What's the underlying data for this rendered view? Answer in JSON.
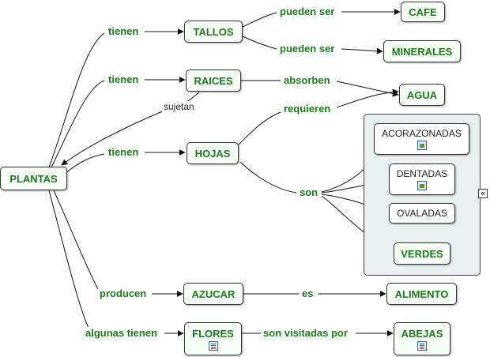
{
  "concepts": {
    "plantas": "PLANTAS",
    "tallos": "TALLOS",
    "cafe": "CAFE",
    "minerales": "MINERALES",
    "raices": "RAICES",
    "agua": "AGUA",
    "hojas": "HOJAS",
    "acorazonadas": "ACORAZONADAS",
    "dentadas": "DENTADAS",
    "ovaladas": "OVALADAS",
    "verdes": "VERDES",
    "azucar": "AZUCAR",
    "alimento": "ALIMENTO",
    "flores": "FLORES",
    "abejas": "ABEJAS"
  },
  "links": {
    "tienen_tallos": "tienen",
    "pueden_ser_cafe": "pueden ser",
    "pueden_ser_minerales": "pueden ser",
    "tienen_raices": "tienen",
    "absorben": "absorben",
    "sujetan": "sujetan",
    "requieren": "requieren",
    "tienen_hojas": "tienen",
    "son": "son",
    "producen": "producen",
    "es": "es",
    "algunas_tienen": "algunas tienen",
    "son_visitadas_por": "son visitadas por"
  },
  "icons": {
    "image_icon": "image-resource-icon",
    "doc_icon": "document-resource-icon",
    "collapse_icon": "collapse-double-chevron-icon"
  },
  "colors": {
    "concept_text": "#1e7a1e",
    "node_fill": "#f7fff7",
    "group_fill": "#e9f0f2",
    "line": "#111111"
  }
}
